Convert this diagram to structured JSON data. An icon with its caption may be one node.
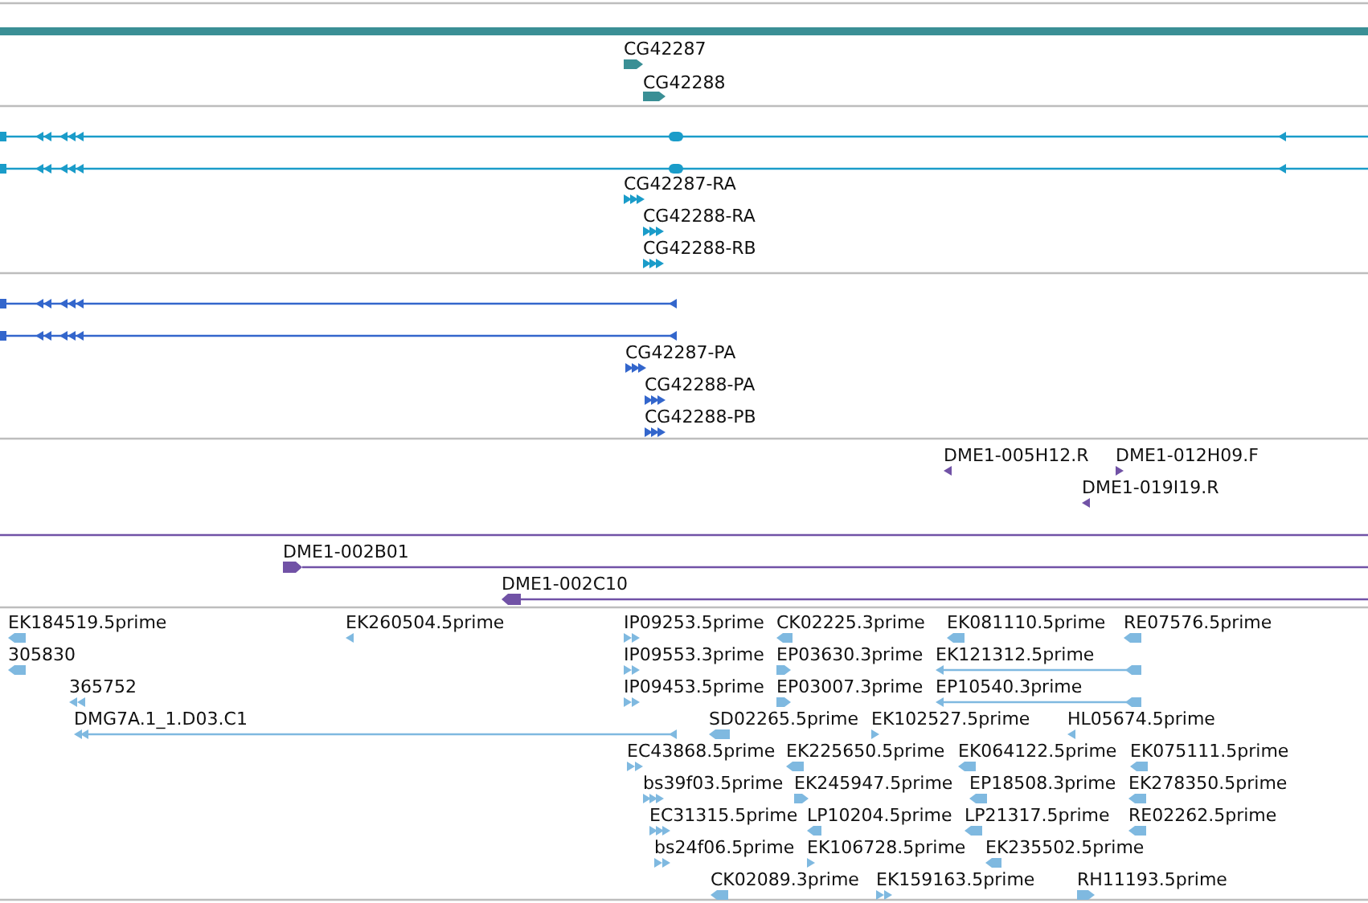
{
  "diagram": {
    "labels": [
      "CG42287",
      "CG42288",
      "CG42287-RA",
      "CG42288-RA",
      "CG42288-RB",
      "CG42287-PA",
      "CG42288-PA",
      "CG42288-PB",
      "DME1-005H12.R",
      "DME1-012H09.F",
      "DME1-019I19.R",
      "DME1-002B01",
      "DME1-002C10",
      "EK184519.5prime",
      "EK260504.5prime",
      "IP09253.5prime",
      "CK02225.3prime",
      "EK081110.5prime",
      "RE07576.5prime",
      "305830",
      "IP09553.3prime",
      "EP03630.3prime",
      "EK121312.5prime",
      "365752",
      "IP09453.5prime",
      "EP03007.3prime",
      "EP10540.3prime",
      "DMG7A.1_1.D03.C1",
      "SD02265.5prime",
      "EK102527.5prime",
      "HL05674.5prime",
      "EC43868.5prime",
      "EK225650.5prime",
      "EK064122.5prime",
      "EK075111.5prime",
      "bs39f03.5prime",
      "EK245947.5prime",
      "EP18508.3prime",
      "EK278350.5prime",
      "EC31315.5prime",
      "LP10204.5prime",
      "LP21317.5prime",
      "RE02262.5prime",
      "bs24f06.5prime",
      "EK106728.5prime",
      "EK235502.5prime",
      "CK02089.3prime",
      "EK159163.5prime",
      "RH11193.5prime"
    ]
  }
}
